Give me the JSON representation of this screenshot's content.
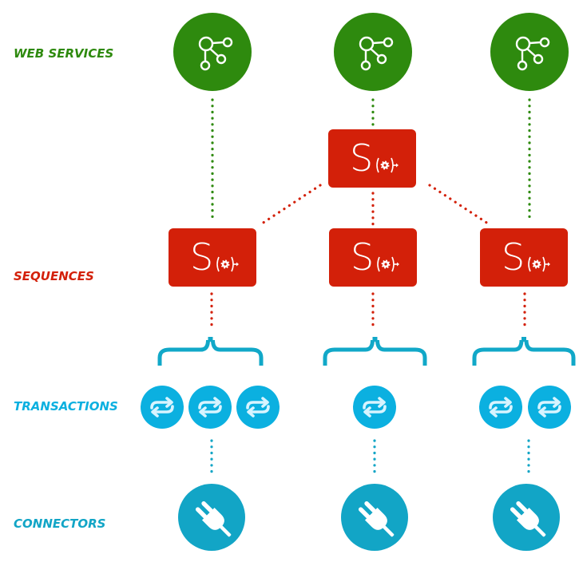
{
  "colors": {
    "web": "#2e8a0e",
    "sequence": "#d32009",
    "transaction": "#0bb0e0",
    "bracket": "#11a8c8",
    "connector": "#12a5c6",
    "icon": "#ffffff"
  },
  "labels": {
    "web_services": "WEB SERVICES",
    "sequences": "SEQUENCES",
    "transactions": "TRANSACTIONS",
    "connectors": "CONNECTORS"
  },
  "icons": {
    "web_service": "network-nodes-icon",
    "sequence": "sequence-s-gear-icon",
    "transaction": "swap-arrows-icon",
    "connector": "plug-icon"
  },
  "columns": [
    {
      "name": "left",
      "web_services": 1,
      "sequences": 1,
      "transactions": 3,
      "connectors": 1
    },
    {
      "name": "middle",
      "web_services": 1,
      "sequences": 1,
      "transactions": 1,
      "connectors": 1
    },
    {
      "name": "right",
      "web_services": 1,
      "sequences": 1,
      "transactions": 2,
      "connectors": 1
    }
  ],
  "shared_sequence": {
    "count": 1,
    "links_to_columns": [
      "left",
      "middle",
      "right"
    ]
  },
  "sequence_glyph": "S"
}
